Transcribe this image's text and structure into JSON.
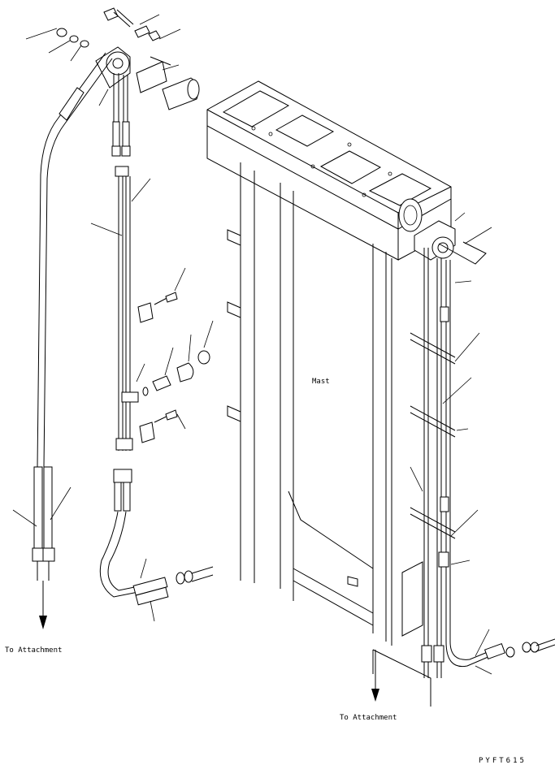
{
  "labels": {
    "mast": "Mast",
    "to_attachment_left": "To Attachment",
    "to_attachment_right": "To Attachment",
    "drawing_code": "PYFT615"
  }
}
